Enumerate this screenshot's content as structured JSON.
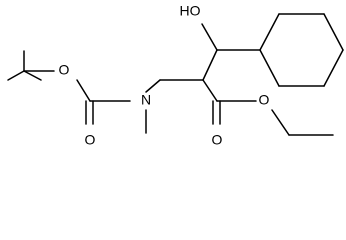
{
  "molecule": {
    "atoms": {
      "hydroxyl": "HO",
      "boc_ether_o": "O",
      "boc_carbonyl_o": "O",
      "amine_n": "N",
      "ester_carbonyl_o": "O",
      "ester_ether_o": "O"
    }
  }
}
